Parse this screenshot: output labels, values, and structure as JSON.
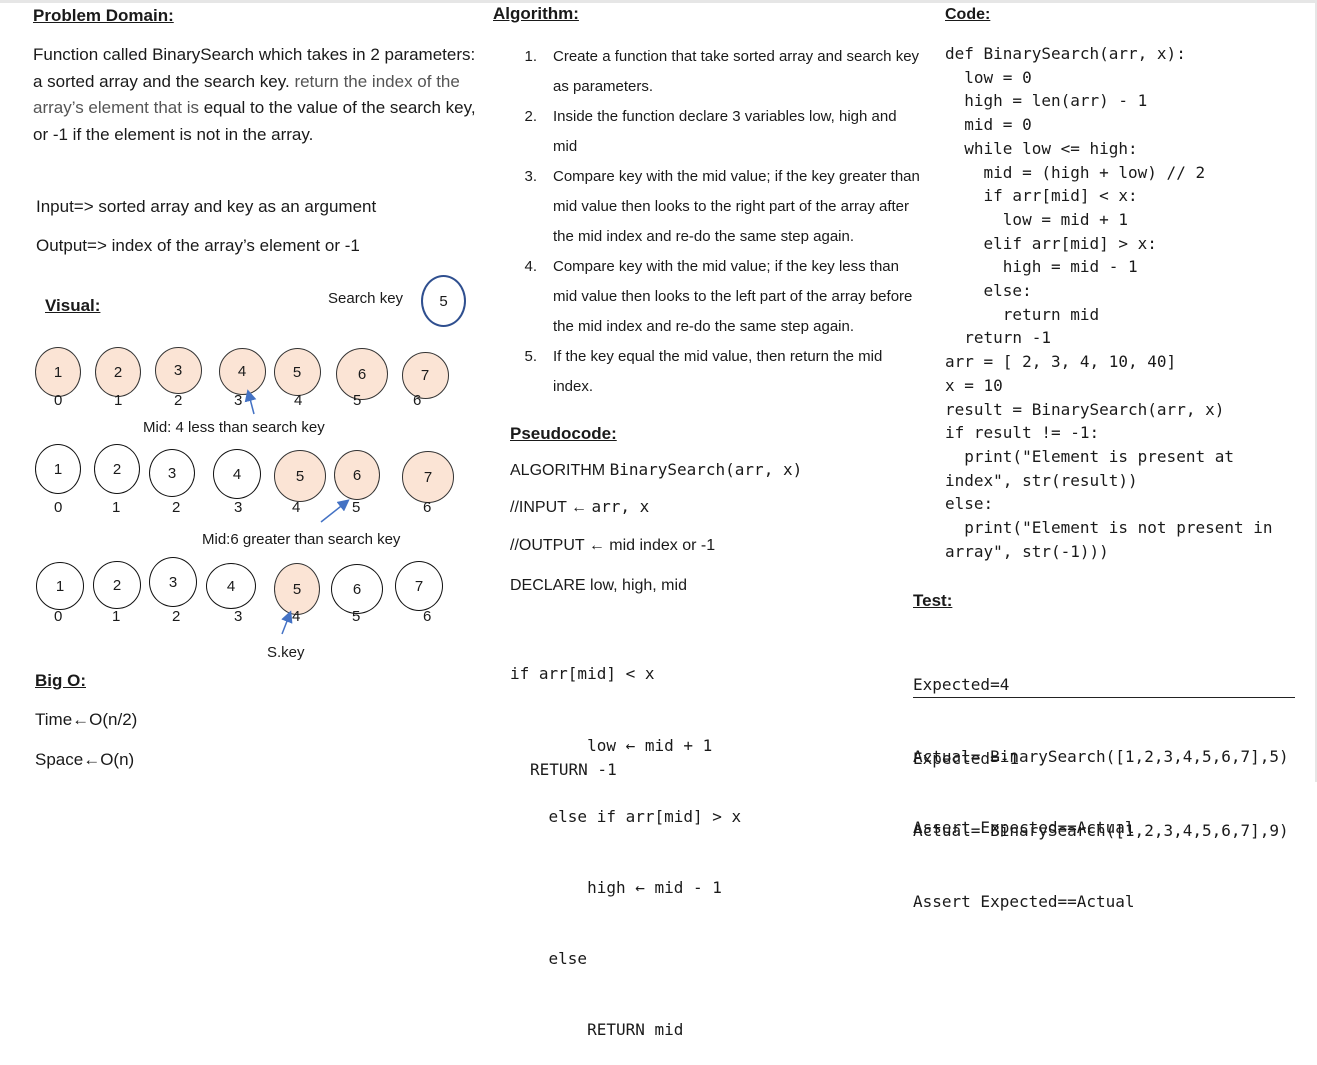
{
  "problem_domain": {
    "heading": "Problem Domain:",
    "text_a": "Function called BinarySearch which takes in 2 parameters: a sorted array and the search key. ",
    "text_b": "return the index of the array’s element that is",
    "text_c": " equal to the value of the search key, or -1 if the element is not in the array.",
    "input": "Input=> sorted array and key as an argument",
    "output": "Output=> index of the array’s element or -1"
  },
  "visual": {
    "heading": "Visual:",
    "search_key_label": "Search key",
    "search_key_value": "5",
    "row1": {
      "values": [
        "1",
        "2",
        "3",
        "4",
        "5",
        "6",
        "7"
      ],
      "indices": [
        "0",
        "1",
        "2",
        "3",
        "4",
        "5",
        "6"
      ],
      "highlighted": [
        true,
        true,
        true,
        true,
        true,
        true,
        true
      ],
      "caption": "Mid: 4 less than search key"
    },
    "row2": {
      "values": [
        "1",
        "2",
        "3",
        "4",
        "5",
        "6",
        "7"
      ],
      "indices": [
        "0",
        "1",
        "2",
        "3",
        "4",
        "5",
        "6"
      ],
      "highlighted": [
        false,
        false,
        false,
        false,
        true,
        true,
        true
      ],
      "caption": "Mid:6 greater than search key"
    },
    "row3": {
      "values": [
        "1",
        "2",
        "3",
        "4",
        "5",
        "6",
        "7"
      ],
      "indices": [
        "0",
        "1",
        "2",
        "3",
        "4",
        "5",
        "6"
      ],
      "highlighted": [
        false,
        false,
        false,
        false,
        true,
        false,
        false
      ],
      "caption": "S.key"
    },
    "highlight_color": "#fbe4d5",
    "arrow_color": "#4472c4"
  },
  "big_o": {
    "heading": "Big O:",
    "time": "Time←O(n/2)",
    "space": "Space←O(n)"
  },
  "algorithm": {
    "heading": "Algorithm:",
    "steps": [
      {
        "num": "1.",
        "lines": [
          "Create a function that take sorted array and search key",
          "as parameters."
        ]
      },
      {
        "num": "2.",
        "lines": [
          "Inside the function declare 3 variables low, high and",
          "mid"
        ]
      },
      {
        "num": "3.",
        "lines": [
          "Compare key with the mid value; if the key greater than",
          "mid value then looks to the right part of the array after",
          "the mid index and re-do the same step again."
        ]
      },
      {
        "num": "4.",
        "lines": [
          "Compare key with the mid value; if the key less than",
          "mid value then looks to the left part of the array before",
          "the mid index and re-do the same step again."
        ]
      },
      {
        "num": "5.",
        "lines": [
          "If the key equal the mid value, then return the mid",
          "index."
        ]
      }
    ]
  },
  "pseudocode": {
    "heading": "Pseudocode:",
    "line1_a": "ALGORITHM ",
    "line1_b": "BinarySearch(arr, x)",
    "line2_a": "//INPUT ← ",
    "line2_b": "arr, x",
    "line3": "//OUTPUT ← mid index or -1",
    "line4": "DECLARE low, high, mid",
    "code": [
      "if arr[mid] < x",
      "        low ← mid + 1",
      "    else if arr[mid] > x",
      "        high ← mid - 1",
      "    else",
      "        RETURN mid"
    ],
    "return_line": "RETURN -1"
  },
  "code": {
    "heading": "Code:",
    "lines": [
      "def BinarySearch(arr, x):",
      "  low = 0",
      "  high = len(arr) - 1",
      "  mid = 0",
      "  while low <= high:",
      "    mid = (high + low) // 2",
      "    if arr[mid] < x:",
      "      low = mid + 1",
      "    elif arr[mid] > x:",
      "      high = mid - 1",
      "    else:",
      "      return mid",
      "  return -1",
      "arr = [ 2, 3, 4, 10, 40]",
      "x = 10",
      "result = BinarySearch(arr, x)",
      "if result != -1:",
      "  print(\"Element is present at",
      "index\", str(result))",
      "else:",
      "  print(\"Element is not present in",
      "array\", str(-1)))"
    ]
  },
  "test": {
    "heading": "Test:",
    "case1": [
      "Expected=4",
      "Actual= BinarySearch([1,2,3,4,5,6,7],5)",
      "Assert Expected==Actual"
    ],
    "case2": [
      "Expected=-1",
      "Actual= BinarySearch([1,2,3,4,5,6,7],9)",
      "Assert Expected==Actual"
    ]
  }
}
